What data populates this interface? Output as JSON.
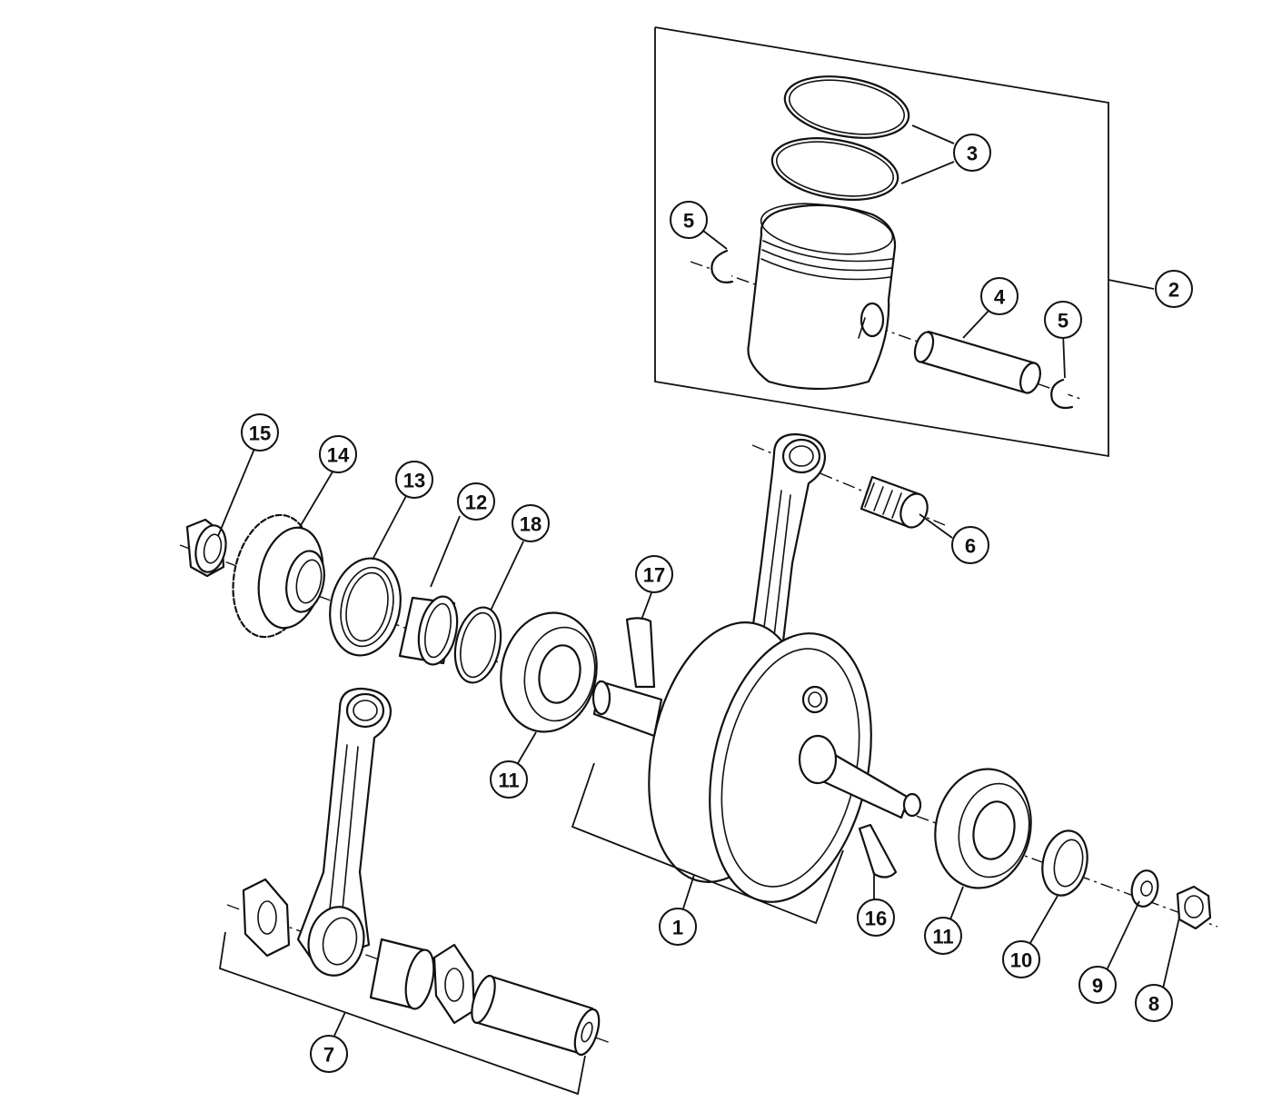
{
  "callouts": [
    {
      "id": "c1",
      "label": "1"
    },
    {
      "id": "c2",
      "label": "2"
    },
    {
      "id": "c3",
      "label": "3"
    },
    {
      "id": "c4",
      "label": "4"
    },
    {
      "id": "c5a",
      "label": "5"
    },
    {
      "id": "c5b",
      "label": "5"
    },
    {
      "id": "c6",
      "label": "6"
    },
    {
      "id": "c7",
      "label": "7"
    },
    {
      "id": "c8",
      "label": "8"
    },
    {
      "id": "c9",
      "label": "9"
    },
    {
      "id": "c10",
      "label": "10"
    },
    {
      "id": "c11a",
      "label": "11"
    },
    {
      "id": "c11b",
      "label": "11"
    },
    {
      "id": "c12",
      "label": "12"
    },
    {
      "id": "c13",
      "label": "13"
    },
    {
      "id": "c14",
      "label": "14"
    },
    {
      "id": "c15",
      "label": "15"
    },
    {
      "id": "c16",
      "label": "16"
    },
    {
      "id": "c17",
      "label": "17"
    },
    {
      "id": "c18",
      "label": "18"
    }
  ]
}
